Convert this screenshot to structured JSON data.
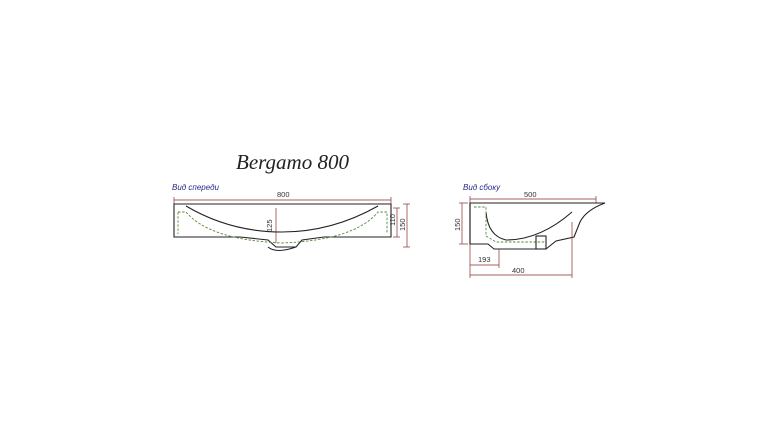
{
  "title": "Bergamo 800",
  "front_view": {
    "label": "Вид спереди",
    "width": "800",
    "bowl_depth": "125",
    "rim_height": "110",
    "total_height": "150"
  },
  "side_view": {
    "label": "Вид сбоку",
    "depth": "500",
    "height": "150",
    "drain_offset": "193",
    "bowl_depth": "400"
  },
  "colors": {
    "outline": "#222222",
    "hidden_line": "#5a8a3a",
    "dimension": "#8a2b2b",
    "label": "#2a2a8a"
  }
}
